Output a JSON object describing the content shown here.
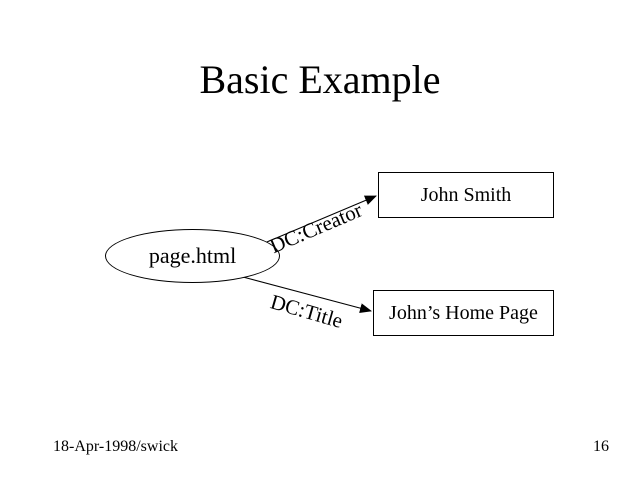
{
  "slide": {
    "title": "Basic Example",
    "footer": {
      "date_author": "18-Apr-1998/swick",
      "page_number": "16"
    }
  },
  "diagram": {
    "resource_node": {
      "shape": "ellipse",
      "label": "page.html"
    },
    "edges": [
      {
        "label": "DC:Creator",
        "from": "page.html",
        "to": "John Smith"
      },
      {
        "label": "DC:Title",
        "from": "page.html",
        "to": "John’s Home Page"
      }
    ],
    "literal_nodes": [
      {
        "shape": "rectangle",
        "label": "John Smith"
      },
      {
        "shape": "rectangle",
        "label": "John’s Home Page"
      }
    ],
    "colors": {
      "ink": "#000000",
      "background": "#ffffff"
    }
  }
}
